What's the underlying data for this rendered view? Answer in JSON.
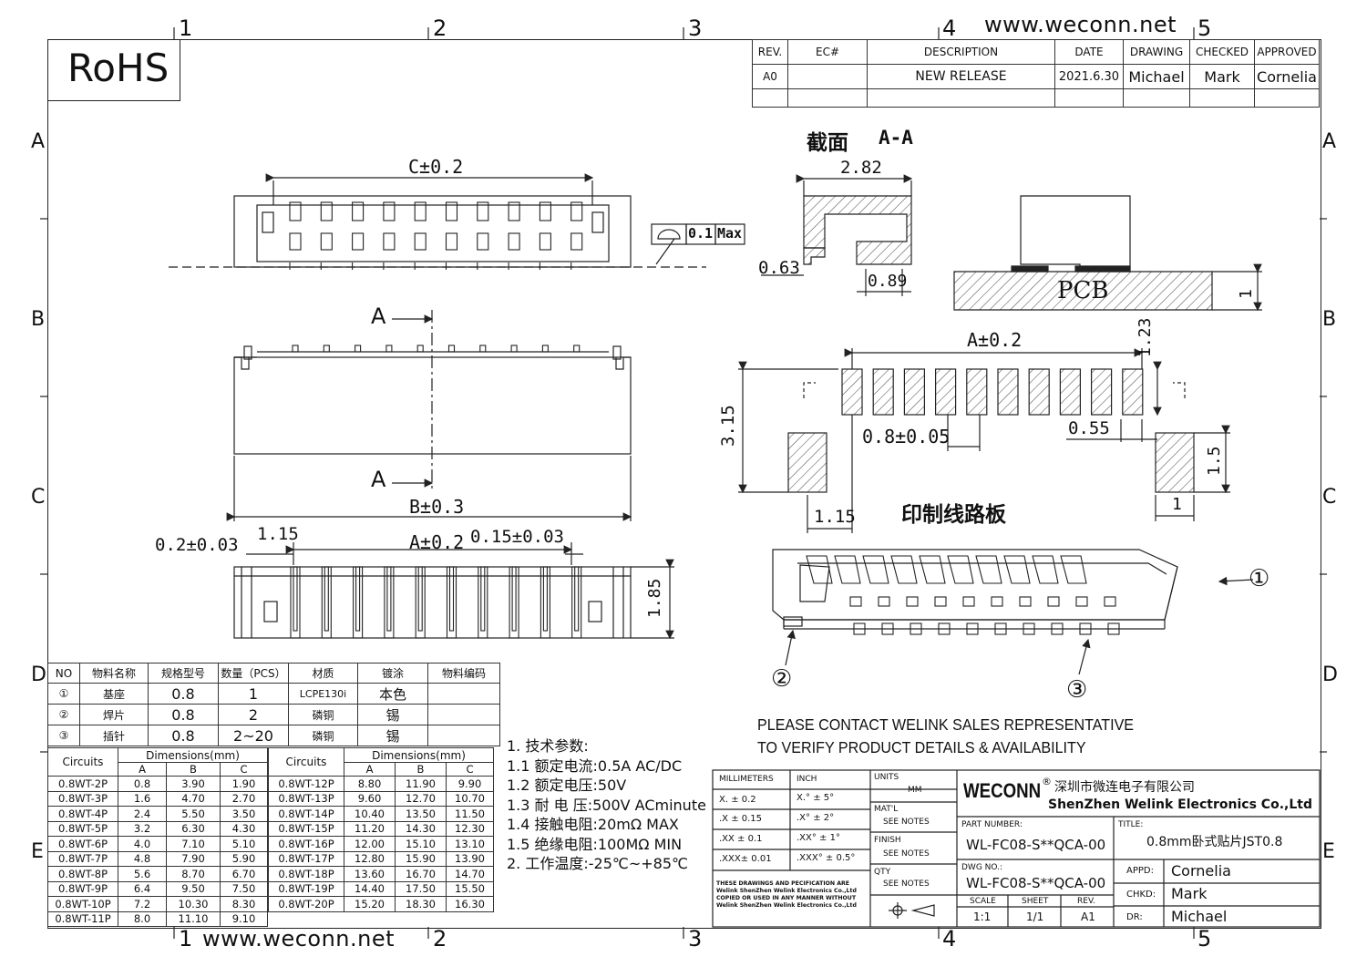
{
  "website": "www.weconn.net",
  "rohs": "RoHS",
  "grid": {
    "cols": [
      "1",
      "2",
      "3",
      "4",
      "5"
    ],
    "rows": [
      "A",
      "B",
      "C",
      "D",
      "E"
    ]
  },
  "revision_table": {
    "headers": [
      "REV.",
      "EC#",
      "DESCRIPTION",
      "DATE",
      "DRAWING",
      "CHECKED",
      "APPROVED"
    ],
    "row": [
      "A0",
      "",
      "NEW RELEASE",
      "2021.6.30",
      "Michael",
      "Mark",
      "Cornelia"
    ]
  },
  "section": {
    "title_cn": "截面",
    "title_code": "A-A",
    "dim_282": "2.82",
    "dim_063": "0.63",
    "dim_089": "0.89",
    "pcb_label": "PCB",
    "pcb_thk": "1"
  },
  "top_view": {
    "dim_c": "C±0.2",
    "flatness_value": "0.1",
    "flatness_max": "Max"
  },
  "front_view": {
    "cut_a": "A",
    "dim_b": "B±0.3"
  },
  "side_view": {
    "dim_02": "0.2±0.03",
    "dim_115": "1.15",
    "dim_a": "A±0.2",
    "dim_015": "0.15±0.03",
    "dim_185": "1.85"
  },
  "pcb_layout": {
    "dim_a": "A±0.2",
    "dim_123": "1.23",
    "dim_315": "3.15",
    "dim_08": "0.8±0.05",
    "dim_055": "0.55",
    "dim_15": "1.5",
    "dim_115": "1.15",
    "dim_1": "1",
    "title_cn": "印制线路板"
  },
  "callouts": [
    "①",
    "②",
    "③"
  ],
  "bom": {
    "headers": [
      "NO",
      "物料名称",
      "规格型号",
      "数量（PCS）",
      "材质",
      "镀涂",
      "物料编码"
    ],
    "rows": [
      [
        "①",
        "基座",
        "0.8",
        "1",
        "LCPE130i",
        "本色",
        ""
      ],
      [
        "②",
        "焊片",
        "0.8",
        "2",
        "磷铜",
        "锡",
        ""
      ],
      [
        "③",
        "插针",
        "0.8",
        "2~20",
        "磷铜",
        "锡",
        ""
      ]
    ]
  },
  "dims_table": {
    "circuits_label": "Circuits",
    "dims_label": "Dimensions(mm)",
    "cols": [
      "A",
      "B",
      "C"
    ],
    "left": [
      [
        "0.8WT-2P",
        "0.8",
        "3.90",
        "1.90"
      ],
      [
        "0.8WT-3P",
        "1.6",
        "4.70",
        "2.70"
      ],
      [
        "0.8WT-4P",
        "2.4",
        "5.50",
        "3.50"
      ],
      [
        "0.8WT-5P",
        "3.2",
        "6.30",
        "4.30"
      ],
      [
        "0.8WT-6P",
        "4.0",
        "7.10",
        "5.10"
      ],
      [
        "0.8WT-7P",
        "4.8",
        "7.90",
        "5.90"
      ],
      [
        "0.8WT-8P",
        "5.6",
        "8.70",
        "6.70"
      ],
      [
        "0.8WT-9P",
        "6.4",
        "9.50",
        "7.50"
      ],
      [
        "0.8WT-10P",
        "7.2",
        "10.30",
        "8.30"
      ],
      [
        "0.8WT-11P",
        "8.0",
        "11.10",
        "9.10"
      ]
    ],
    "right": [
      [
        "0.8WT-12P",
        "8.80",
        "11.90",
        "9.90"
      ],
      [
        "0.8WT-13P",
        "9.60",
        "12.70",
        "10.70"
      ],
      [
        "0.8WT-14P",
        "10.40",
        "13.50",
        "11.50"
      ],
      [
        "0.8WT-15P",
        "11.20",
        "14.30",
        "12.30"
      ],
      [
        "0.8WT-16P",
        "12.00",
        "15.10",
        "13.10"
      ],
      [
        "0.8WT-17P",
        "12.80",
        "15.90",
        "13.90"
      ],
      [
        "0.8WT-18P",
        "13.60",
        "16.70",
        "14.70"
      ],
      [
        "0.8WT-19P",
        "14.40",
        "17.50",
        "15.50"
      ],
      [
        "0.8WT-20P",
        "15.20",
        "18.30",
        "16.30"
      ]
    ]
  },
  "specs": [
    "1. 技术参数:",
    "1.1 额定电流:0.5A AC/DC",
    "1.2 额定电压:50V",
    "1.3 耐  电  压:500V ACminute",
    "1.4 接触电阻:20mΩ MAX",
    "1.5 绝缘电阻:100MΩ MIN",
    "2. 工作温度:-25℃~+85℃"
  ],
  "notice": [
    "PLEASE CONTACT WELINK SALES REPRESENTATIVE",
    "TO VERIFY PRODUCT DETAILS & AVAILABILITY"
  ],
  "title_block": {
    "tol_headers": [
      "MILLIMETERS",
      "INCH"
    ],
    "tol_rows": [
      [
        "X.  ±  0.2",
        "X.°  ±  5°"
      ],
      [
        ".X  ± 0.15",
        ".X°  ± 2°"
      ],
      [
        ".XX  ± 0.1",
        ".XX°  ± 1°"
      ],
      [
        ".XXX± 0.01",
        ".XXX° ± 0.5°"
      ]
    ],
    "disclaimer": "THESE DRAWINGS AND PECIFICATION  ARE Welink ShenZhen Welink Electronics Co.,Ltd COPIED OR USED IN ANY MANNER WITHOUT Welink ShenZhen Welink Electronics Co.,Ltd",
    "units_label": "UNITS",
    "units_value": "MM",
    "matl_label": "MAT'L",
    "matl_value": "SEE NOTES",
    "finish_label": "FINISH",
    "finish_value": "SEE NOTES",
    "qty_label": "QTY",
    "qty_value": "SEE NOTES",
    "brand": "WECONN",
    "reg": "®",
    "company_cn": "深圳市微连电子有限公司",
    "company_en": "ShenZhen Welink Electronics Co.,Ltd",
    "part_number_label": "PART NUMBER:",
    "part_number": "WL-FC08-S**QCA-00",
    "title_label": "TITLE:",
    "title": "0.8mm卧式贴片JST0.8",
    "dwg_label": "DWG NO.:",
    "dwg_no": "WL-FC08-S**QCA-00",
    "scale_label": "SCALE",
    "scale": "1:1",
    "sheet_label": "SHEET",
    "sheet": "1/1",
    "rev_label": "REV.",
    "rev": "A1",
    "appd_label": "APPD:",
    "appd": "Cornelia",
    "chkd_label": "CHKD:",
    "chkd": "Mark",
    "dr_label": "DR:",
    "dr": "Michael"
  }
}
